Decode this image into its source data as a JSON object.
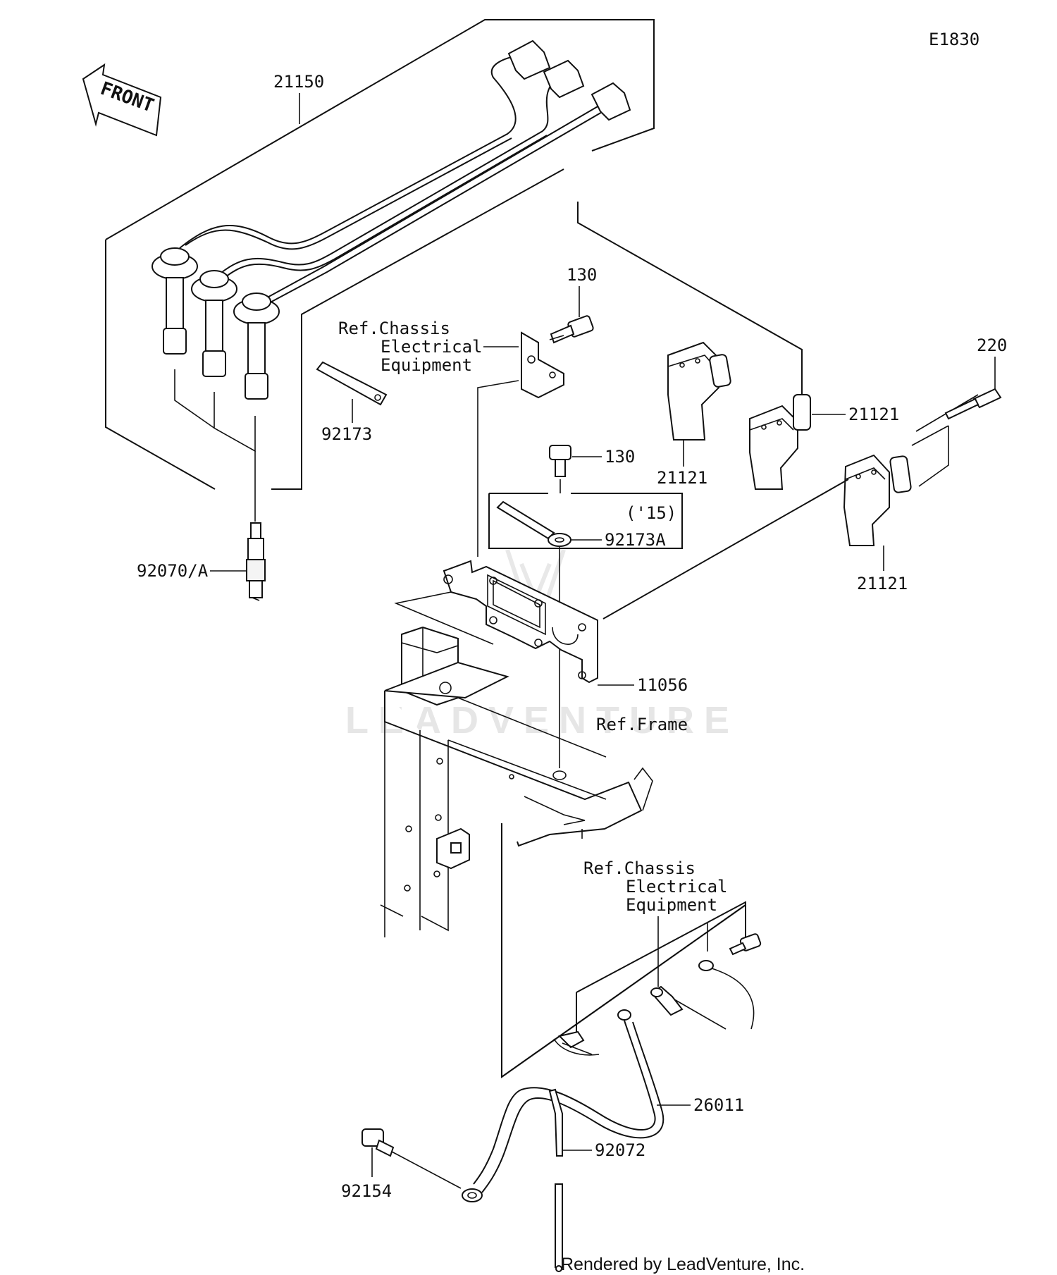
{
  "diagram": {
    "code": "E1830",
    "front_label": "FRONT",
    "watermark": "LEADVENTURE",
    "credit": "Rendered by LeadVenture, Inc.",
    "callouts": {
      "p21150": "21150",
      "p130a": "130",
      "p130b": "130",
      "p220": "220",
      "p92173": "92173",
      "p92173a": "92173A",
      "p15": "('15)",
      "p21121a": "21121",
      "p21121b": "21121",
      "p21121c": "21121",
      "p92070": "92070/A",
      "p11056": "11056",
      "p26011": "26011",
      "p92072": "92072",
      "p92154": "92154"
    },
    "refs": {
      "chassis1_l1": "Ref.Chassis",
      "chassis1_l2": "Electrical",
      "chassis1_l3": "Equipment",
      "frame": "Ref.Frame",
      "chassis2_l1": "Ref.Chassis",
      "chassis2_l2": "Electrical",
      "chassis2_l3": "Equipment"
    }
  }
}
